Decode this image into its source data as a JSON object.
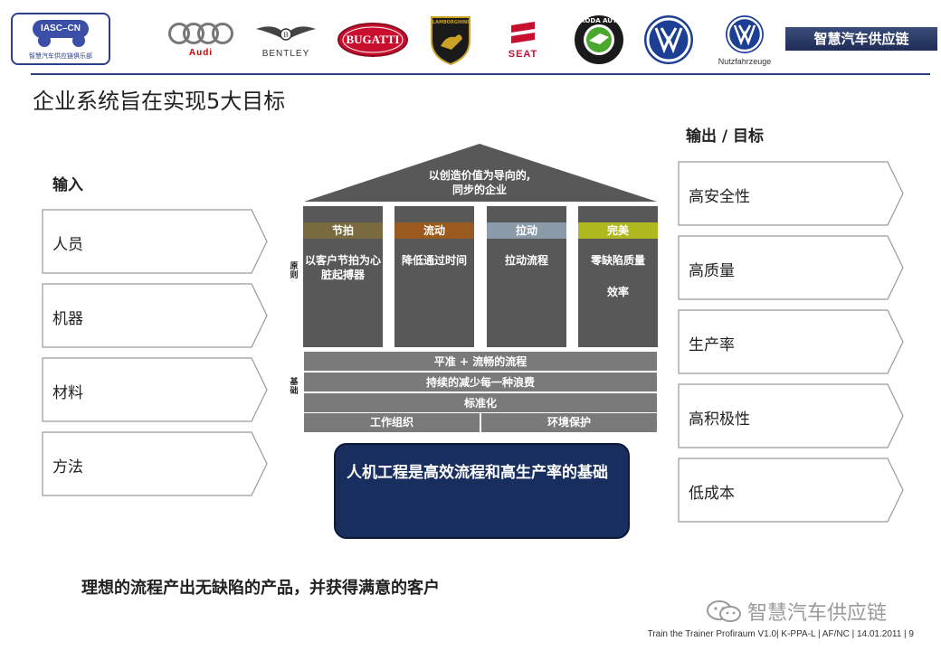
{
  "header": {
    "club_logo": {
      "abbr": "IASC–CN",
      "subtitle": "智慧汽车供应链俱乐部"
    },
    "brands": [
      {
        "name": "audi-logo",
        "label": "Audi"
      },
      {
        "name": "bentley-logo",
        "label": "BENTLEY"
      },
      {
        "name": "bugatti-logo",
        "label": "BUGATTI"
      },
      {
        "name": "lamborghini-logo",
        "label": "LAMBORGHINI"
      },
      {
        "name": "seat-logo",
        "label": "SEAT"
      },
      {
        "name": "skoda-logo",
        "label": "SKODA AUTO"
      },
      {
        "name": "vw-logo",
        "label": ""
      },
      {
        "name": "vw-nutzfahrzeuge-logo",
        "label": "Nutzfahrzeuge"
      }
    ],
    "banner_title": "智慧汽车供应链"
  },
  "title": "企业系统旨在实现5大目标",
  "inputs": {
    "heading": "输入",
    "items": [
      "人员",
      "机器",
      "材料",
      "方法"
    ]
  },
  "outputs": {
    "heading": "输出 / 目标",
    "items": [
      "高安全性",
      "高质量",
      "生产率",
      "高积极性",
      "低成本"
    ]
  },
  "house": {
    "roof": "以创造价值为导向的,\n同步的企业",
    "principles_label": "原则",
    "foundation_label": "基础",
    "pillars": [
      {
        "head": "节拍",
        "body": "以客户节拍为心脏起搏器",
        "extra": "",
        "color": "#7a6a40"
      },
      {
        "head": "流动",
        "body": "降低通过时间",
        "extra": "",
        "color": "#9a5a1e"
      },
      {
        "head": "拉动",
        "body": "拉动流程",
        "extra": "",
        "color": "#8a9aa8"
      },
      {
        "head": "完美",
        "body": "零缺陷质量",
        "extra": "效率",
        "color": "#b0b820"
      }
    ],
    "base": [
      "平准 + 流畅的流程",
      "持续的减少每一种浪费",
      "标准化"
    ],
    "base_split": [
      "工作组织",
      "环境保护"
    ]
  },
  "callout": "人机工程是高效流程和高生产率的基础",
  "bottom_text": "理想的流程产出无缺陷的产品，并获得满意的客户",
  "watermark": "智慧汽车供应链",
  "footer": "Train the Trainer Profiraum V1.0| K-PPA-L | AF/NC | 14.01.2011 |   9"
}
